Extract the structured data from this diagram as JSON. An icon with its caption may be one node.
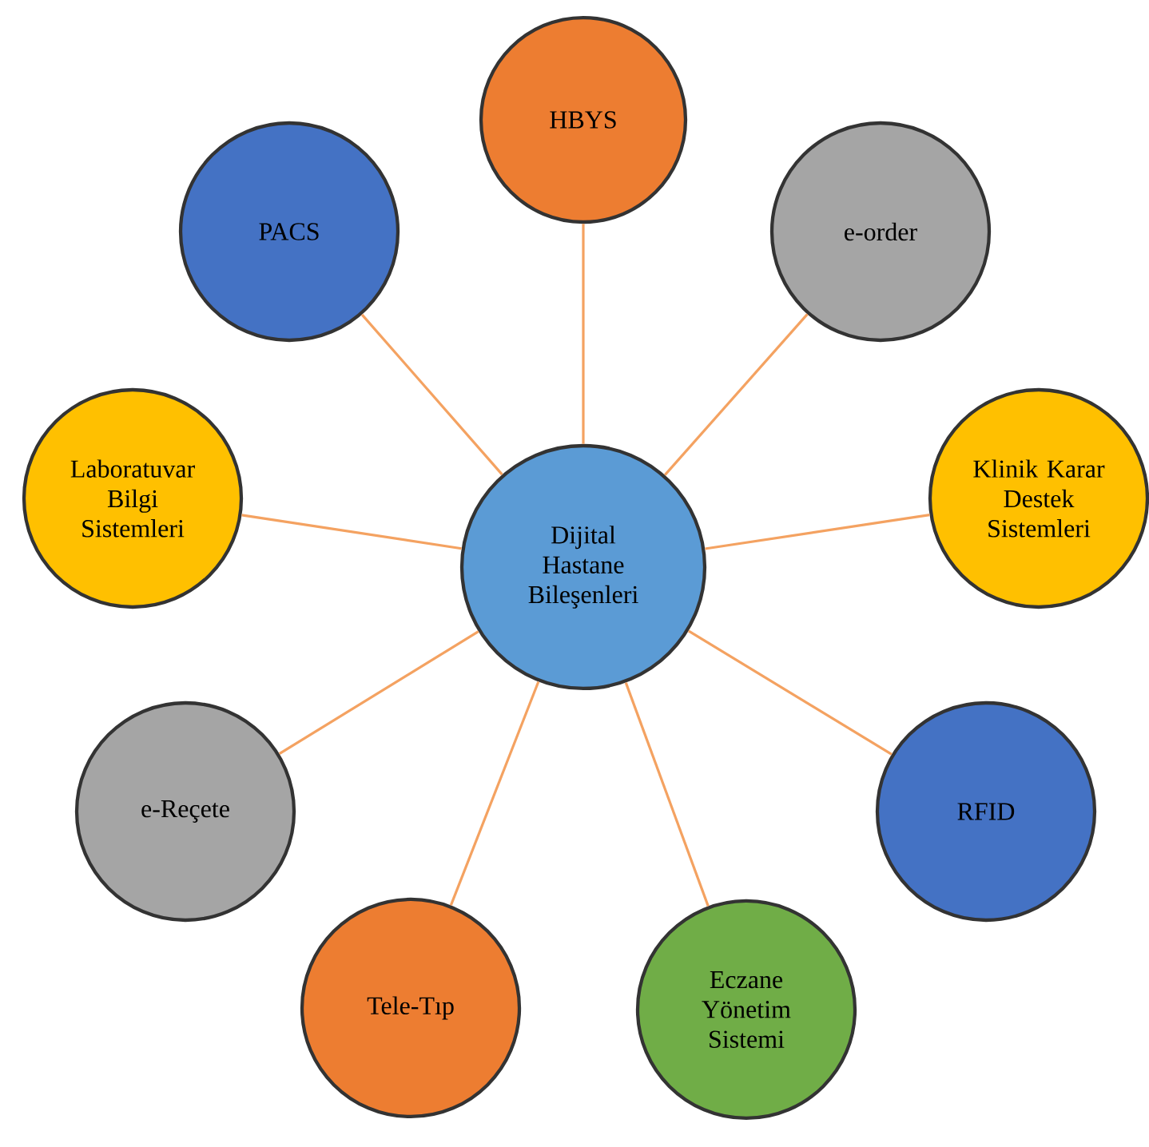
{
  "diagram": {
    "nodes": [
      {
        "text": [
          "Dijital Hastane Bileşenleri"
        ]
      },
      {
        "text": [
          "HBYS"
        ]
      },
      {
        "text": [
          "e-order"
        ]
      },
      {
        "text": [
          "Klinik Karar Destek Sistemleri"
        ]
      },
      {
        "text": [
          "RFID"
        ]
      },
      {
        "text": [
          "Eczane Yönetim Sistemi"
        ]
      },
      {
        "text": [
          "Tele-Tıp"
        ]
      },
      {
        "text": [
          "e-Reçete"
        ]
      },
      {
        "text": [
          "Laboratuvar Bilgi Sistemleri"
        ]
      },
      {
        "text": [
          "PACS"
        ]
      }
    ],
    "edges": [
      {
        "from": 0,
        "to": 1,
        "arrow": "none"
      },
      {
        "from": 0,
        "to": 2,
        "arrow": "none"
      },
      {
        "from": 0,
        "to": 3,
        "arrow": "none"
      },
      {
        "from": 0,
        "to": 4,
        "arrow": "none"
      },
      {
        "from": 0,
        "to": 5,
        "arrow": "none"
      },
      {
        "from": 0,
        "to": 6,
        "arrow": "none"
      },
      {
        "from": 0,
        "to": 7,
        "arrow": "none"
      },
      {
        "from": 0,
        "to": 8,
        "arrow": "none"
      },
      {
        "from": 0,
        "to": 9,
        "arrow": "none"
      }
    ]
  }
}
